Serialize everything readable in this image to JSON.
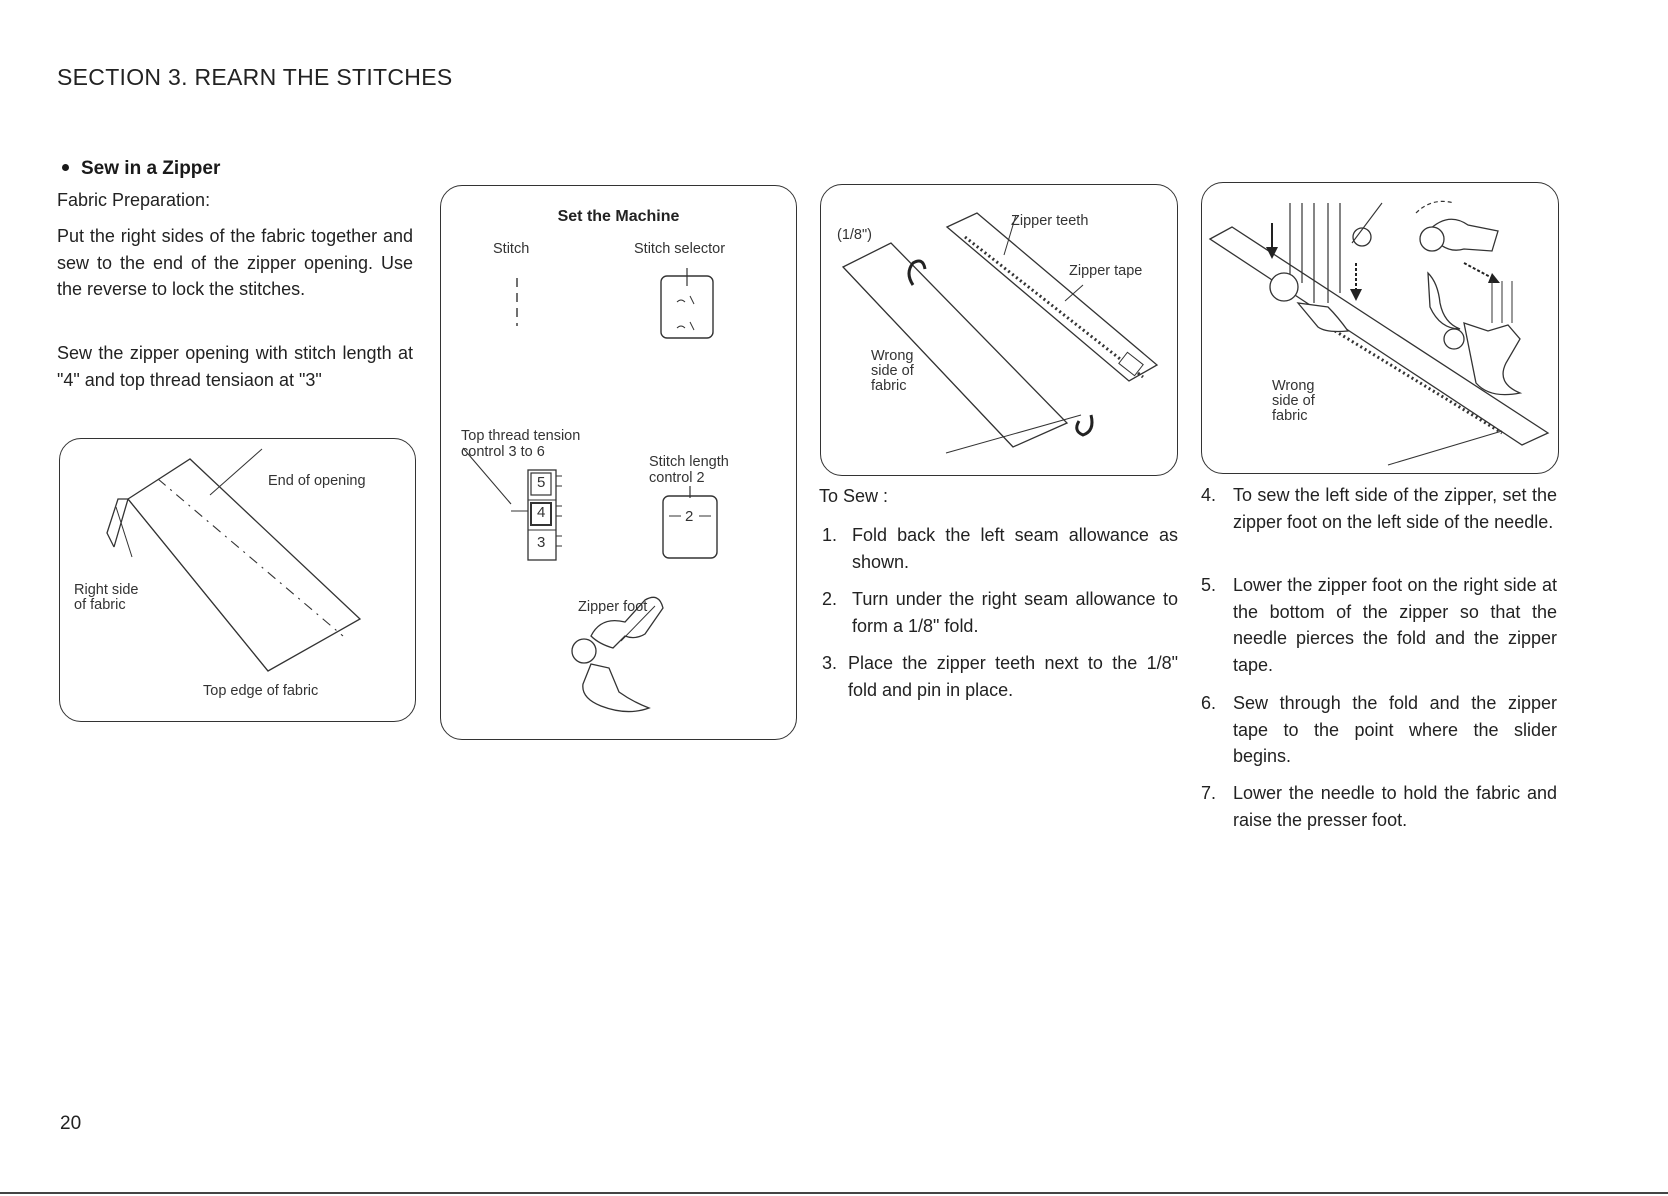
{
  "page": {
    "section_header": "SECTION  3.   REARN THE STITCHES",
    "page_number": "20"
  },
  "intro": {
    "heading": "Sew in a Zipper",
    "subheading": "Fabric Preparation:",
    "paragraphs": [
      "Put the right sides of the fabric together and sew to the end of the zipper opening. Use the reverse to lock the stitches.",
      "Sew the zipper opening with stitch length at \"4\" and top thread tensiaon at \"3\""
    ]
  },
  "figure_fabric": {
    "label_end": "End of opening",
    "label_right_side": "Right side of fabric",
    "label_top_edge": "Top edge of fabric"
  },
  "machine": {
    "title": "Set the Machine",
    "stitch_label": "Stitch",
    "selector_label": "Stitch selector",
    "tension_label": "Top thread tension control 3 to 6",
    "tension_values": [
      "5",
      "4",
      "3"
    ],
    "length_label": "Stitch length control 2",
    "length_value": "2",
    "foot_label": "Zipper foot"
  },
  "figure_zipper_right": {
    "measure": "(1/8\")",
    "teeth": "Zipper teeth",
    "tape": "Zipper tape",
    "wrong_side": "Wrong side of fabric"
  },
  "figure_zipper_left": {
    "wrong_side": "Wrong side of fabric"
  },
  "to_sew": {
    "label": "To Sew :",
    "steps": [
      {
        "num": "1.",
        "text": "Fold back the left seam allowance as shown."
      },
      {
        "num": "2.",
        "text": "Turn under the right seam allowance to form a 1/8\" fold."
      },
      {
        "num": "3.",
        "text": "Place the zipper teeth next to the 1/8\" fold and pin in place."
      },
      {
        "num": "4.",
        "text": "To sew the left side of the zipper, set the zipper foot on the left side of the needle."
      },
      {
        "num": "5.",
        "text": "Lower the zipper foot on the right side at the bottom of the zipper so that the needle pierces the fold and the zipper tape."
      },
      {
        "num": "6.",
        "text": "Sew through the fold and the zipper tape to the point where the slider begins."
      },
      {
        "num": "7.",
        "text": "Lower the needle to hold the fabric and raise the presser foot."
      }
    ]
  }
}
